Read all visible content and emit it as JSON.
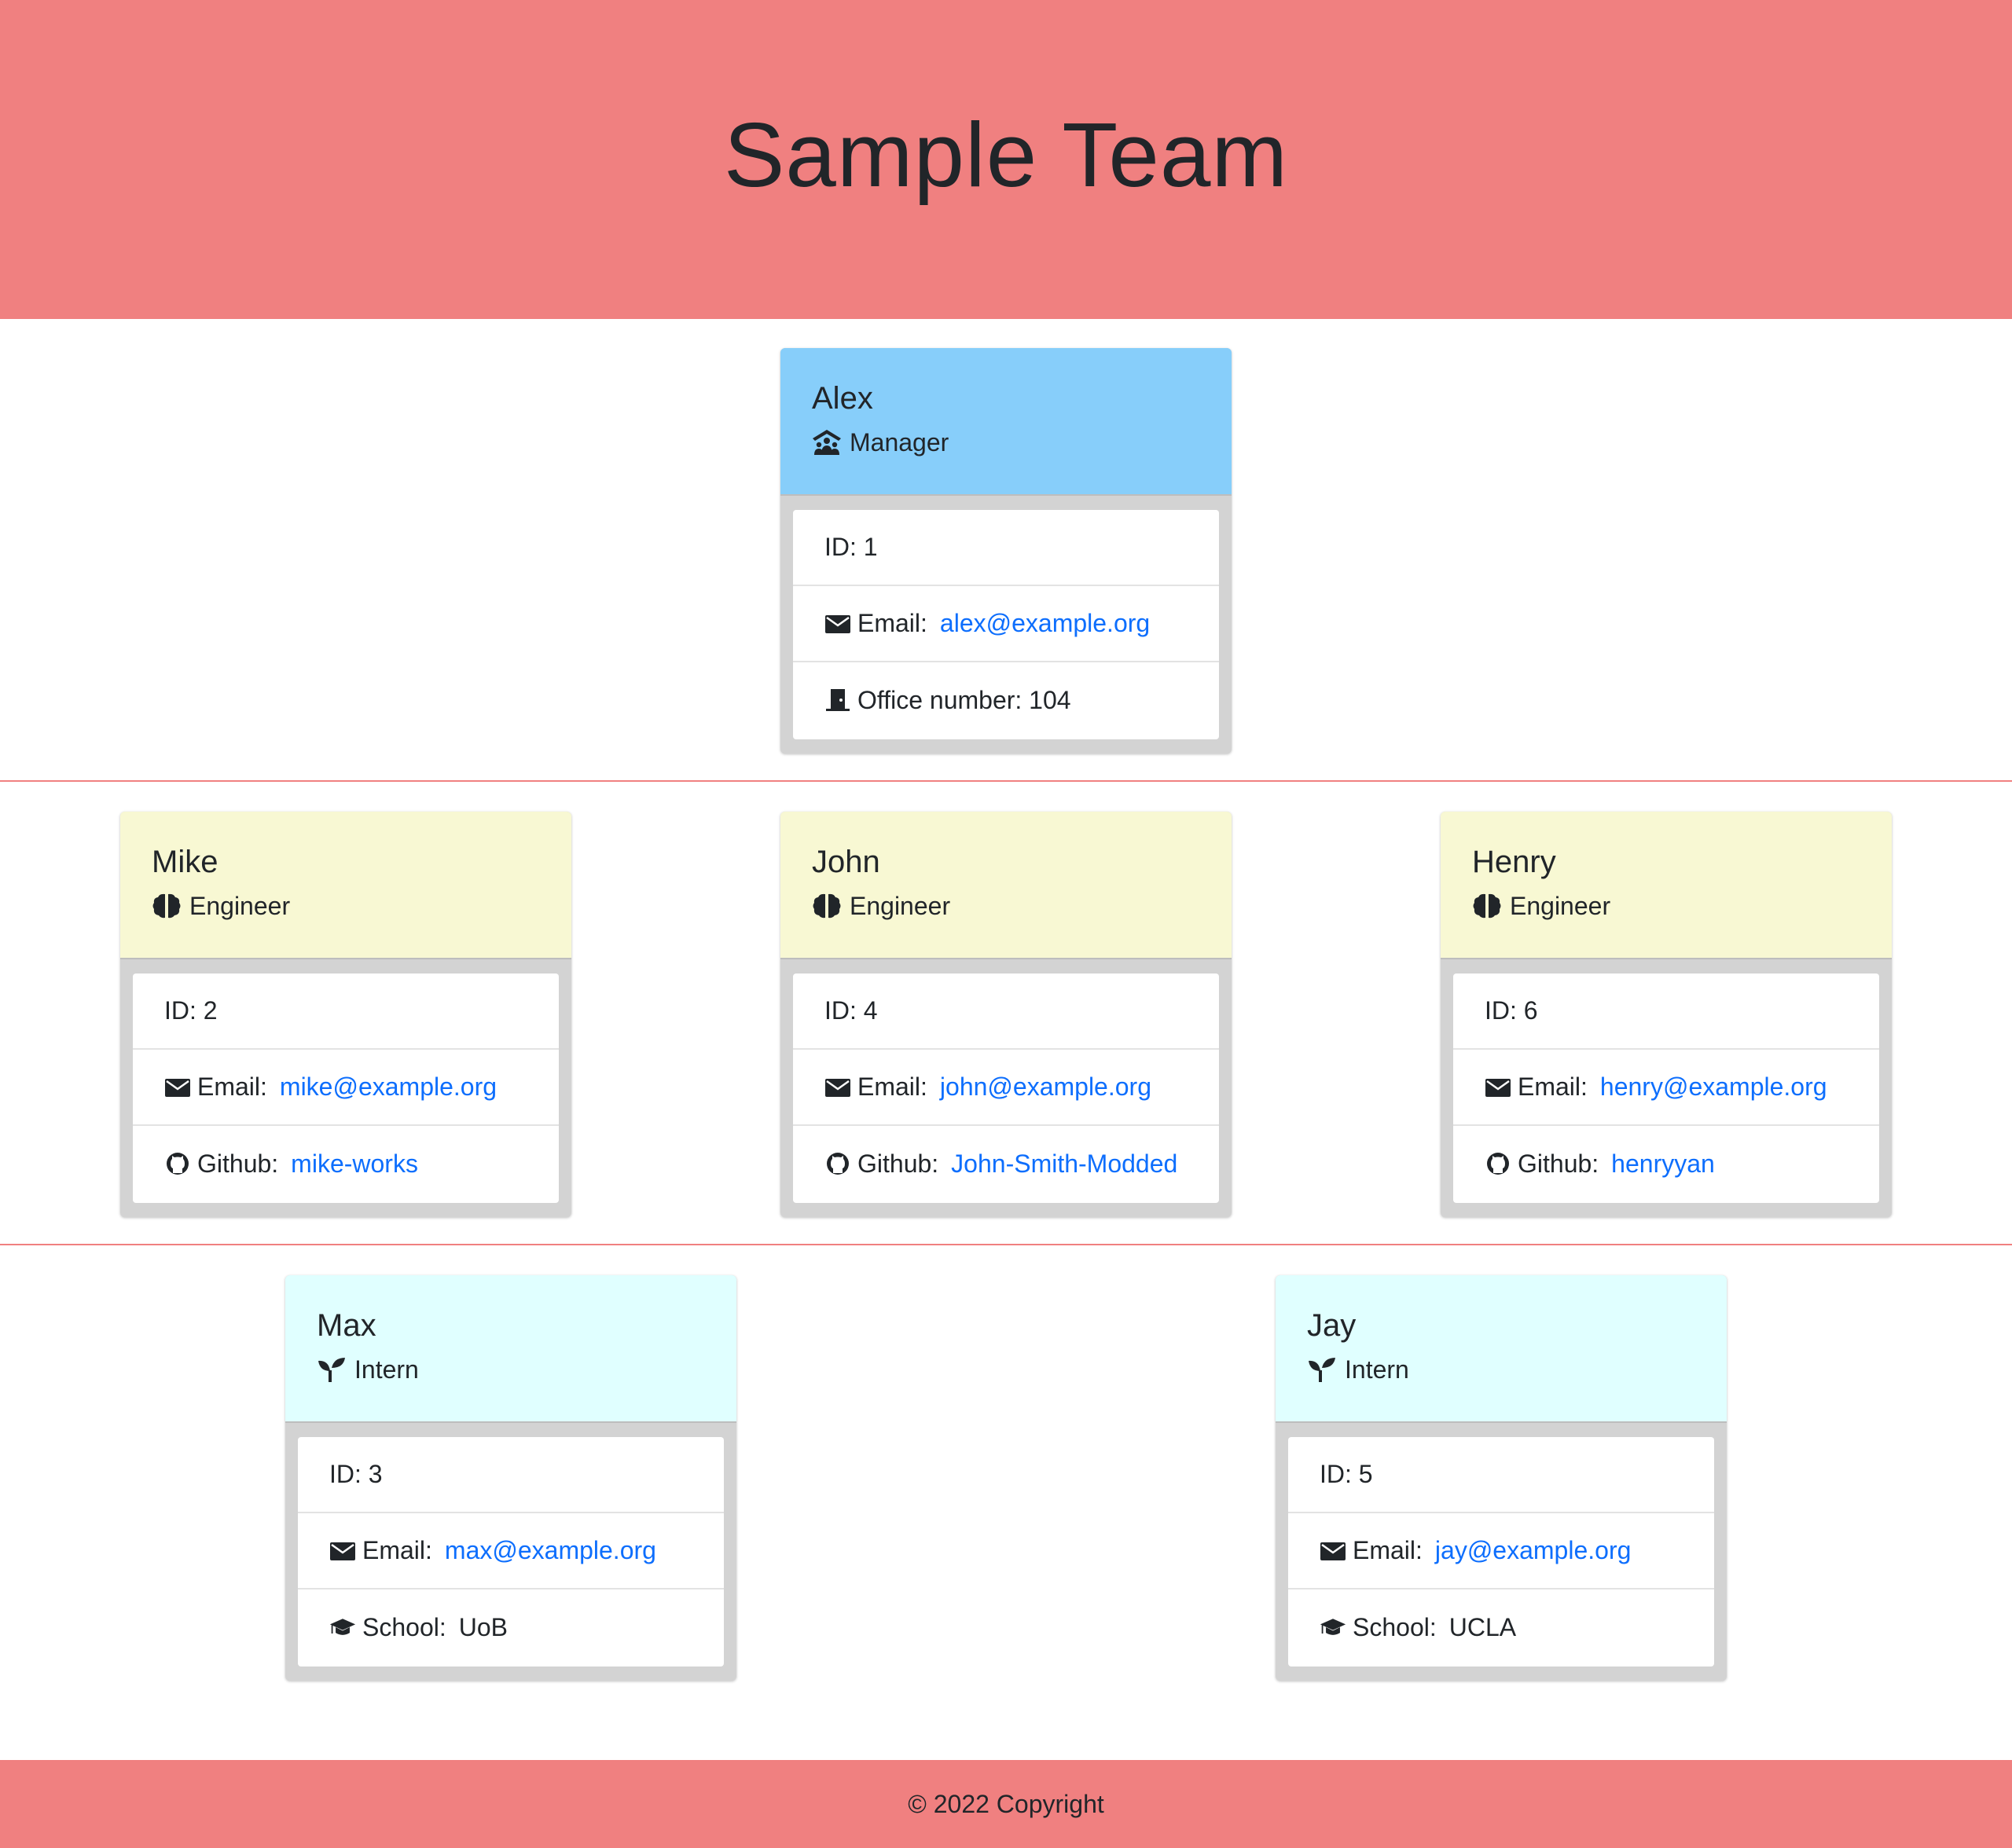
{
  "header": {
    "title": "Sample Team"
  },
  "manager": {
    "name": "Alex",
    "role": "Manager",
    "id_text": "ID: 1",
    "email_label": "Email:",
    "email": "alex@example.org",
    "office_text": "Office number: 104"
  },
  "engineers": [
    {
      "name": "Mike",
      "role": "Engineer",
      "id_text": "ID: 2",
      "email_label": "Email:",
      "email": "mike@example.org",
      "github_label": "Github:",
      "github": "mike-works"
    },
    {
      "name": "John",
      "role": "Engineer",
      "id_text": "ID: 4",
      "email_label": "Email:",
      "email": "john@example.org",
      "github_label": "Github:",
      "github": "John-Smith-Modded"
    },
    {
      "name": "Henry",
      "role": "Engineer",
      "id_text": "ID: 6",
      "email_label": "Email:",
      "email": "henry@example.org",
      "github_label": "Github:",
      "github": "henryyan"
    }
  ],
  "interns": [
    {
      "name": "Max",
      "role": "Intern",
      "id_text": "ID: 3",
      "email_label": "Email:",
      "email": "max@example.org",
      "school_label": "School:",
      "school": "UoB"
    },
    {
      "name": "Jay",
      "role": "Intern",
      "id_text": "ID: 5",
      "email_label": "Email:",
      "email": "jay@example.org",
      "school_label": "School:",
      "school": "UCLA"
    }
  ],
  "footer": {
    "text": "© 2022 Copyright"
  },
  "colors": {
    "header_footer": "#f08080",
    "manager_head": "#87cefa",
    "engineer_head": "#f8f8d3",
    "intern_head": "#e0ffff",
    "link": "#0d6efd",
    "card_frame": "#d3d3d3"
  },
  "icons": {
    "manager": "people-roof-icon",
    "engineer": "brain-icon",
    "intern": "seedling-icon",
    "email": "envelope-icon",
    "office": "door-icon",
    "github": "github-icon",
    "school": "graduation-cap-icon"
  }
}
